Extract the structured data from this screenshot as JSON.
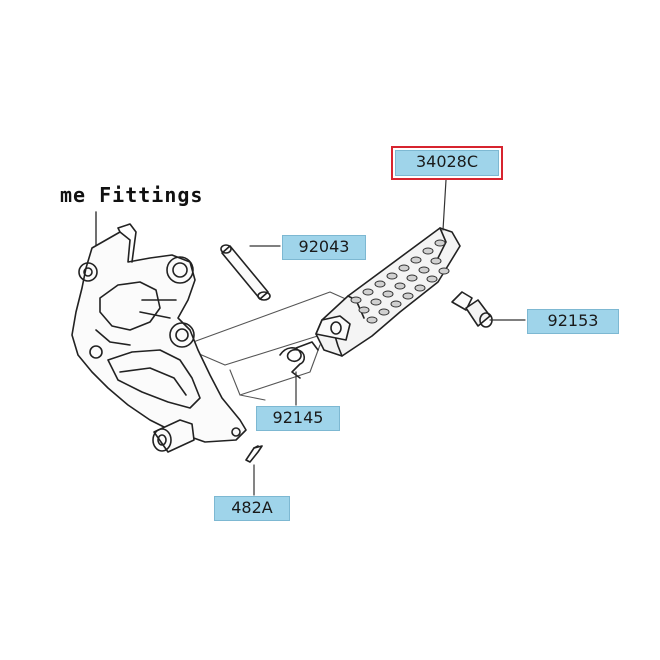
{
  "section_title": "me Fittings",
  "highlight_color": "#d7242f",
  "callout_color": "#9fd4ea",
  "callouts": [
    {
      "code": "34028C",
      "highlighted": true
    },
    {
      "code": "92043",
      "highlighted": false
    },
    {
      "code": "92153",
      "highlighted": false
    },
    {
      "code": "92145",
      "highlighted": false
    },
    {
      "code": "482A",
      "highlighted": false
    }
  ]
}
